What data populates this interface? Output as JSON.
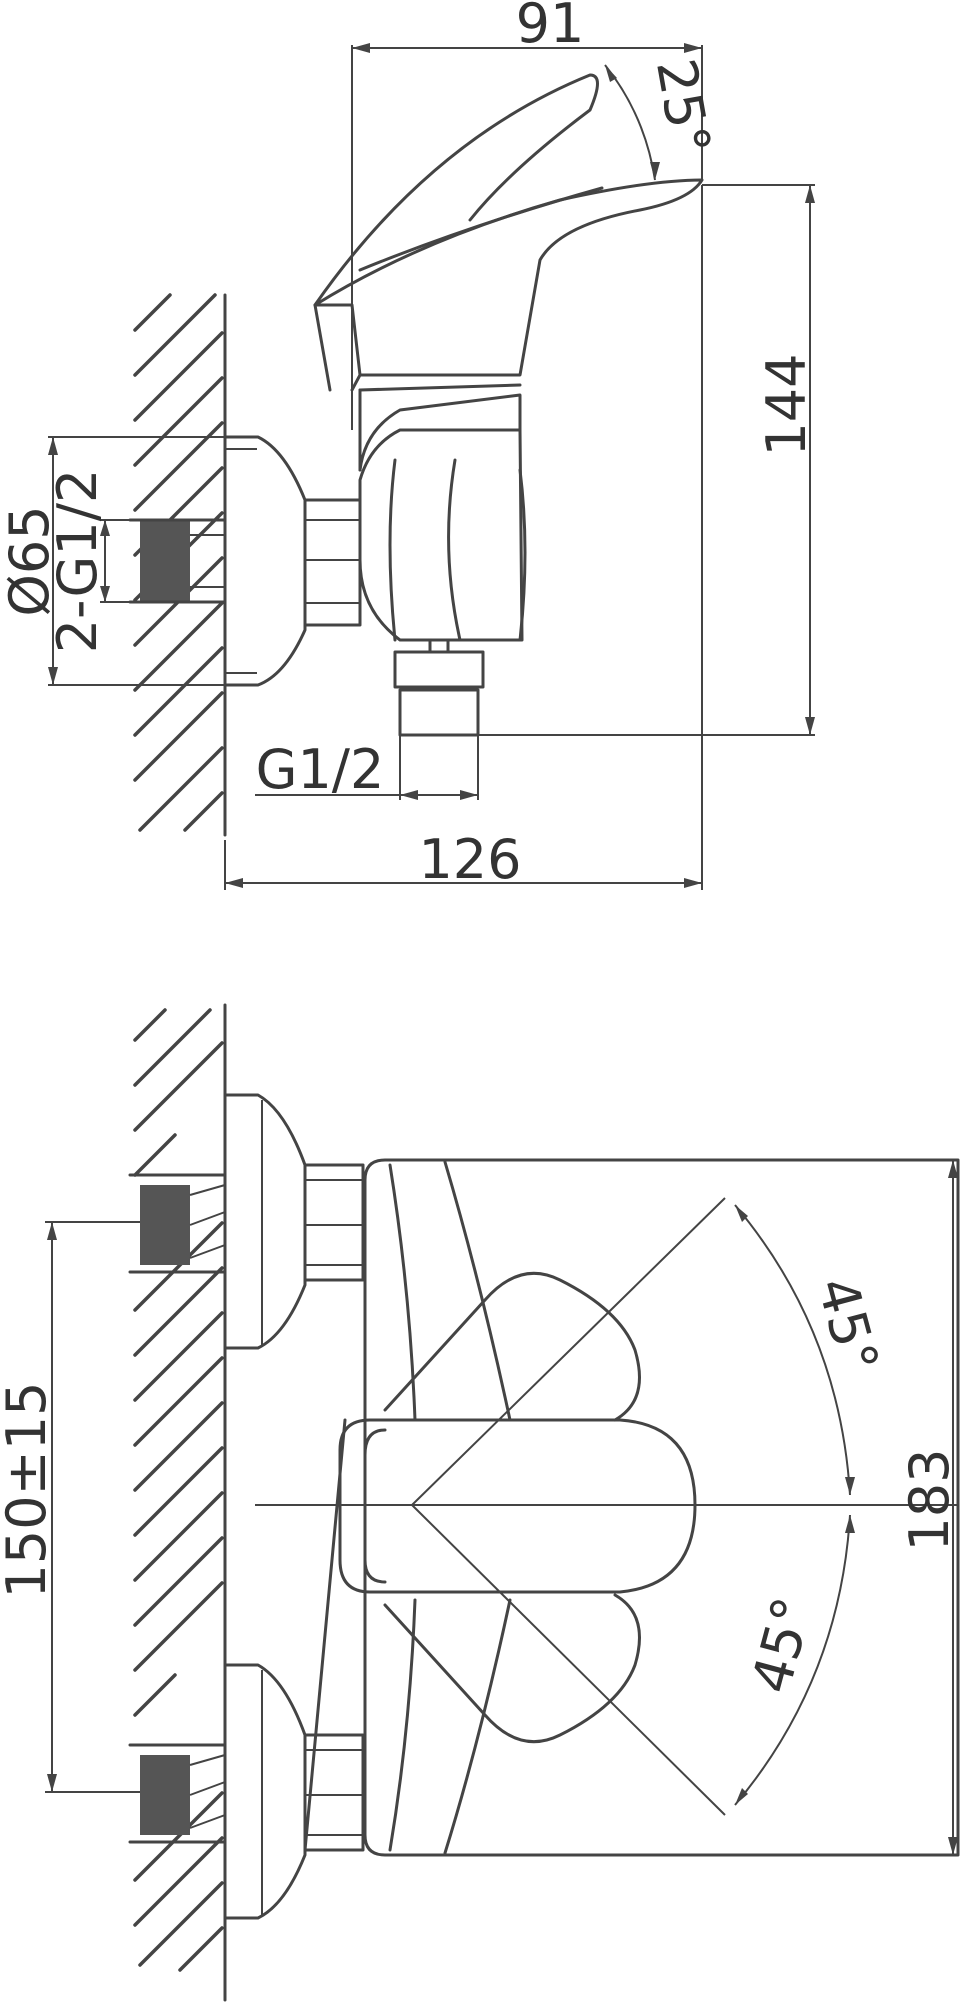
{
  "side_view": {
    "dims": {
      "top_width": "91",
      "lever_angle": "25°",
      "height": "144",
      "depth": "126",
      "outlet_thread": "G1/2",
      "flange_diameter": "Ø65",
      "inlet_thread": "2-G1/2"
    }
  },
  "front_view": {
    "dims": {
      "centre_distance": "150±15",
      "width": "183",
      "rotation_upper": "45°",
      "rotation_lower": "45°"
    }
  },
  "colors": {
    "line": "#444444",
    "background": "#ffffff"
  }
}
